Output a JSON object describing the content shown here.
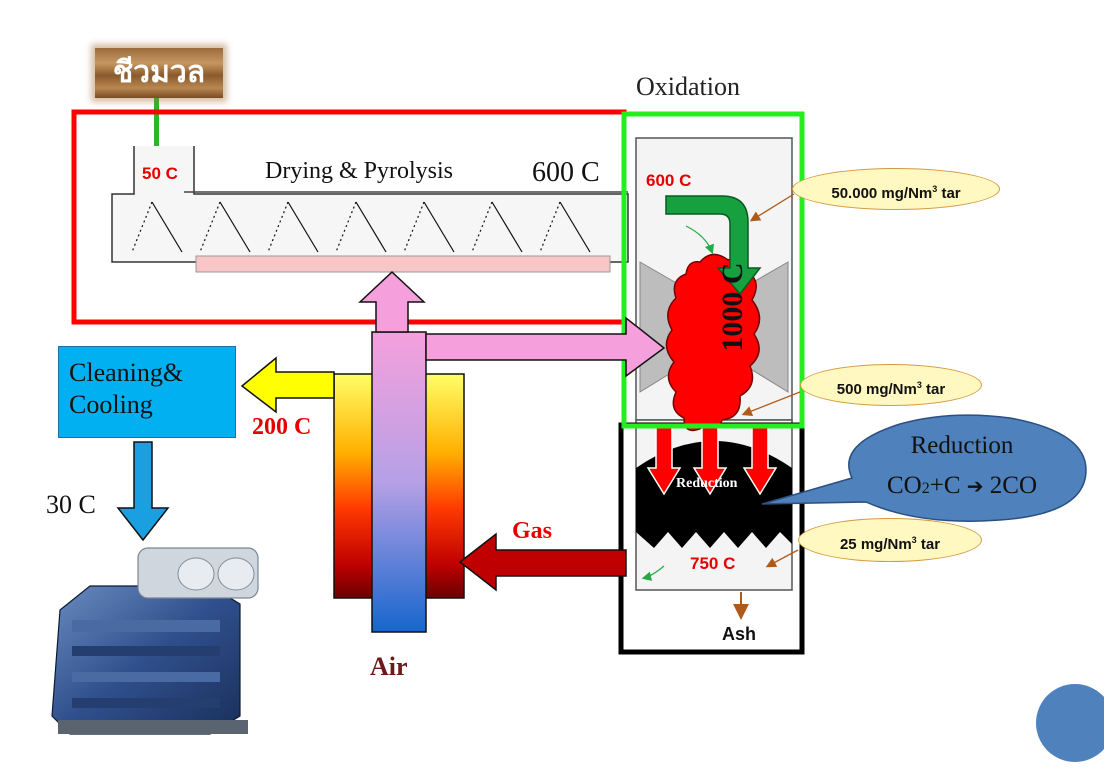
{
  "biomass_label": "ชีวมวล",
  "oxidation_label": "Oxidation",
  "drying_label": "Drying & Pyrolysis",
  "temp_drying_top": "600 C",
  "temp_inlet": "50 C",
  "temp_oxidation_top": "600 C",
  "temp_flame": "1000 C",
  "cleaning_label": "Cleaning& Cooling",
  "temp_exit": "200 C",
  "temp_engine": "30 C",
  "gas_label": "Gas",
  "air_label": "Air",
  "temp_reduction": "750 C",
  "ash_label": "Ash",
  "reduction_inner": "Reduction",
  "tar": {
    "top": {
      "value": "50.000 mg/Nm",
      "sup": "3",
      "unit": " tar"
    },
    "mid": {
      "value": "500 mg/Nm",
      "sup": "3",
      "unit": " tar"
    },
    "low": {
      "value": "25 mg/Nm",
      "sup": "3",
      "unit": " tar"
    }
  },
  "reduction_callout": {
    "title": "Reduction",
    "eq_left": "CO",
    "eq_sub": "2",
    "eq_mid": "+C ",
    "eq_arrow": "➔",
    "eq_right": " 2CO"
  },
  "colors": {
    "drying_box": "#ff0000",
    "oxidation_box": "#22ee22",
    "reduction_box": "#000000",
    "air_arrow": "#f5a0dc",
    "gas_arrow": "#c00000",
    "cleaning_box": "#00b0f0",
    "exit_arrow": "#ffff00",
    "down_arrow": "#1aa0e0",
    "flame": "#ff0000",
    "recirculation_arrow": "#22aa44",
    "callout": "#4f81bd",
    "tar_bubble": "#fff8c0"
  },
  "icons": [
    "engine-generator-image",
    "flame-shape",
    "screw-conveyor"
  ]
}
